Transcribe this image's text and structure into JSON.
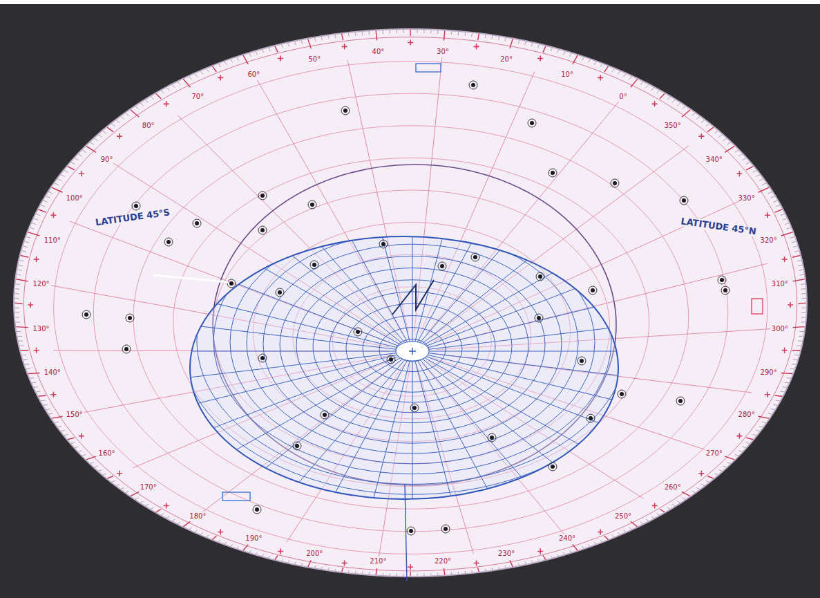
{
  "diagram": {
    "labels": [
      "LATITUDE 45°N",
      "LATITUDE 45°S",
      "0°",
      "10°",
      "20°",
      "30°",
      "40°",
      "50°",
      "60°",
      "70°",
      "80°",
      "90°",
      "100°",
      "110°",
      "120°",
      "130°",
      "140°",
      "150°",
      "160°",
      "170°",
      "180°",
      "190°",
      "200°",
      "210°",
      "220°",
      "230°",
      "240°",
      "250°",
      "260°",
      "270°",
      "280°",
      "290°",
      "300°",
      "310°",
      "320°",
      "330°",
      "340°",
      "350°"
    ]
  }
}
